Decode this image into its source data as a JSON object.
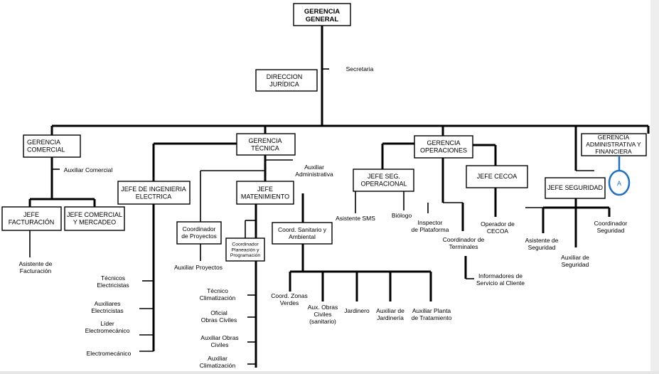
{
  "colors": {
    "line": "#000000",
    "box_border": "#000000",
    "background": "#ffffff",
    "connector_circle": "#1f6fc4"
  },
  "nodes": {
    "gerencia_general": [
      "GERENCIA",
      "GENERAL"
    ],
    "direccion_juridica": [
      "DIRECCION",
      "JURÍDICA"
    ],
    "secretaria": [
      "Secretaria"
    ],
    "gerencia_comercial": [
      "GERENCIA",
      "COMERCIAL"
    ],
    "auxiliar_comercial": [
      "Auxiliar Comercial"
    ],
    "jefe_facturacion": [
      "JEFE",
      "FACTURACIÓN"
    ],
    "jefe_comercial_mercadeo": [
      "JEFE COMERCIAL",
      "Y MERCADEO"
    ],
    "asistente_facturacion": [
      "Asistente de",
      "Facturación"
    ],
    "gerencia_tecnica": [
      "GERENCIA",
      "TÉCNICA"
    ],
    "auxiliar_administrativa": [
      "Auxiliar",
      "Administrativa"
    ],
    "jefe_ingenieria_electrica": [
      "JEFE DE INGENIERIA",
      "ELECTRICA"
    ],
    "tecnicos_electricistas": [
      "Técnicos",
      "Electricistas"
    ],
    "auxiliares_electricistas": [
      "Auxiliares",
      "Electricistas"
    ],
    "lider_electromecanico": [
      "Líder",
      "Electromecánico"
    ],
    "electromecanico": [
      "Electromecánico"
    ],
    "coordinador_proyectos": [
      "Coordinador",
      "de Proyectos"
    ],
    "auxiliar_proyectos": [
      "Auxiliar Proyectos"
    ],
    "jefe_mantenimiento": [
      "JEFE",
      "MATENIMIENTO"
    ],
    "coordinador_planeacion": [
      "Coordinador",
      "Planeación y",
      "Programación"
    ],
    "tecnico_climatizacion": [
      "Técnico",
      "Climatización"
    ],
    "oficial_obras_civiles": [
      "Oficial",
      "Obras Civiles"
    ],
    "auxiliar_obras_civiles": [
      "Auxiliar Obras",
      "Civiles"
    ],
    "auxiliar_climatizacion": [
      "Auxiliar",
      "Climatización"
    ],
    "coord_sanitario_ambiental": [
      "Coord. Sanitario y",
      "Ambiental"
    ],
    "coord_zonas_verdes": [
      "Coord. Zonas",
      "Verdes"
    ],
    "aux_obras_civiles_sanitario": [
      "Aux. Obras",
      "Civiles",
      "(sanitario)"
    ],
    "jardinero": [
      "Jardinero"
    ],
    "auxiliar_jardineria": [
      "Auxiliar de",
      "Jardinería"
    ],
    "auxiliar_planta_tratamiento": [
      "Auxiliar Planta",
      "de Tratamiento"
    ],
    "gerencia_operaciones": [
      "GERENCIA",
      "OPERACIONES"
    ],
    "jefe_seg_operacional": [
      "JEFE SEG.",
      "OPERACIONAL"
    ],
    "asistente_sms": [
      "Asistente SMS"
    ],
    "biologo": [
      "Biólogo"
    ],
    "inspector_plataforma": [
      "Inspector",
      "de Plataforma"
    ],
    "coordinador_terminales": [
      "Coordinador de",
      "Terminales"
    ],
    "informadores_servicio": [
      "Informadores de",
      "Servicio al Cliente"
    ],
    "jefe_cecoa": [
      "JEFE CECOA"
    ],
    "operador_cecoa": [
      "Operador de",
      "CECOA"
    ],
    "gerencia_administrativa": [
      "GERENCIA",
      "ADMINISTRATIVA Y",
      "FINANCIERA"
    ],
    "connector_a": [
      "A"
    ],
    "jefe_seguridad": [
      "JEFE SEGURIDAD"
    ],
    "asistente_seguridad": [
      "Asistente de",
      "Seguridad"
    ],
    "auxiliar_seguridad": [
      "Auxiliar de",
      "Seguridad"
    ],
    "coordinador_seguridad": [
      "Coordinador",
      "Seguridad"
    ]
  }
}
